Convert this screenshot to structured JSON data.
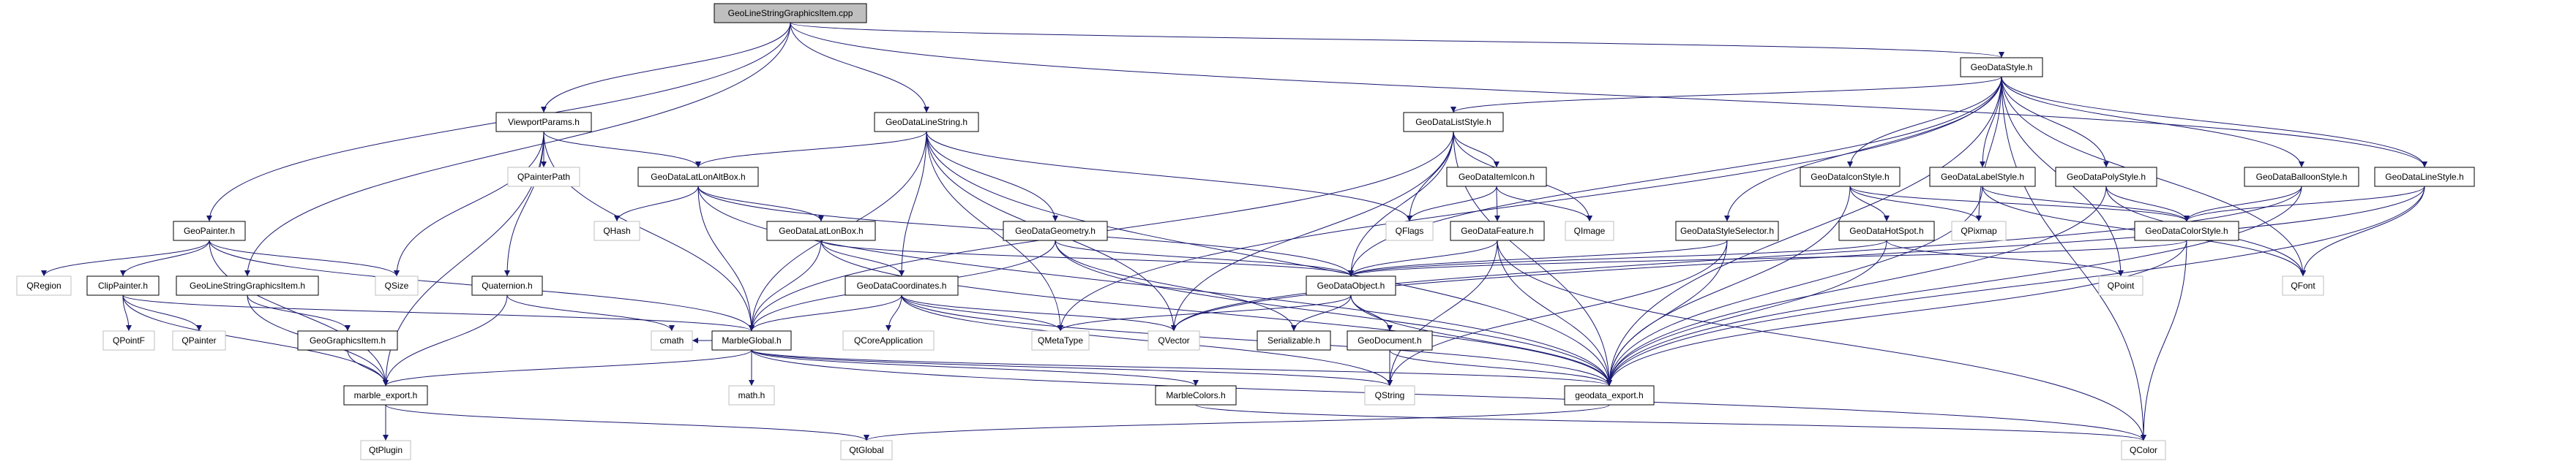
{
  "diagram": {
    "type": "include-dependency-graph",
    "root": "GeoLineStringGraphicsItem.cpp",
    "colors": {
      "edge": "#191970",
      "internal_border": "#000000",
      "external_border": "#bfbfbf",
      "root_fill": "#bfbfbf"
    },
    "nodes": [
      {
        "id": "root",
        "label": "GeoLineStringGraphicsItem.cpp",
        "kind": "root"
      },
      {
        "id": "ViewportParams",
        "label": "ViewportParams.h",
        "kind": "internal"
      },
      {
        "id": "GeoDataLineString",
        "label": "GeoDataLineString.h",
        "kind": "internal"
      },
      {
        "id": "GeoDataStyle",
        "label": "GeoDataStyle.h",
        "kind": "internal"
      },
      {
        "id": "GeoDataListStyle",
        "label": "GeoDataListStyle.h",
        "kind": "internal"
      },
      {
        "id": "GeoPainter",
        "label": "GeoPainter.h",
        "kind": "internal"
      },
      {
        "id": "QPainterPath",
        "label": "QPainterPath",
        "kind": "external"
      },
      {
        "id": "GeoDataLatLonAltBox",
        "label": "GeoDataLatLonAltBox.h",
        "kind": "internal"
      },
      {
        "id": "QHash",
        "label": "QHash",
        "kind": "external"
      },
      {
        "id": "GeoDataLatLonBox",
        "label": "GeoDataLatLonBox.h",
        "kind": "internal"
      },
      {
        "id": "GeoDataGeometry",
        "label": "GeoDataGeometry.h",
        "kind": "internal"
      },
      {
        "id": "GeoDataItemIcon",
        "label": "GeoDataItemIcon.h",
        "kind": "internal"
      },
      {
        "id": "QFlags",
        "label": "QFlags",
        "kind": "external"
      },
      {
        "id": "GeoDataFeature",
        "label": "GeoDataFeature.h",
        "kind": "internal"
      },
      {
        "id": "QImage",
        "label": "QImage",
        "kind": "external"
      },
      {
        "id": "GeoDataStyleSelector",
        "label": "GeoDataStyleSelector.h",
        "kind": "internal"
      },
      {
        "id": "GeoDataIconStyle",
        "label": "GeoDataIconStyle.h",
        "kind": "internal"
      },
      {
        "id": "GeoDataHotSpot",
        "label": "GeoDataHotSpot.h",
        "kind": "internal"
      },
      {
        "id": "QPixmap",
        "label": "QPixmap",
        "kind": "external"
      },
      {
        "id": "GeoDataLabelStyle",
        "label": "GeoDataLabelStyle.h",
        "kind": "internal"
      },
      {
        "id": "GeoDataPolyStyle",
        "label": "GeoDataPolyStyle.h",
        "kind": "internal"
      },
      {
        "id": "GeoDataColorStyle",
        "label": "GeoDataColorStyle.h",
        "kind": "internal"
      },
      {
        "id": "GeoDataBalloonStyle",
        "label": "GeoDataBalloonStyle.h",
        "kind": "internal"
      },
      {
        "id": "GeoDataLineStyle",
        "label": "GeoDataLineStyle.h",
        "kind": "internal"
      },
      {
        "id": "QRegion",
        "label": "QRegion",
        "kind": "external"
      },
      {
        "id": "ClipPainter",
        "label": "ClipPainter.h",
        "kind": "internal"
      },
      {
        "id": "GeoLineStringGraphicsItemH",
        "label": "GeoLineStringGraphicsItem.h",
        "kind": "internal"
      },
      {
        "id": "QSize",
        "label": "QSize",
        "kind": "external"
      },
      {
        "id": "Quaternion",
        "label": "Quaternion.h",
        "kind": "internal"
      },
      {
        "id": "GeoDataCoordinates",
        "label": "GeoDataCoordinates.h",
        "kind": "internal"
      },
      {
        "id": "GeoDataObject",
        "label": "GeoDataObject.h",
        "kind": "internal"
      },
      {
        "id": "QPoint",
        "label": "QPoint",
        "kind": "external"
      },
      {
        "id": "QFont",
        "label": "QFont",
        "kind": "external"
      },
      {
        "id": "QPointF",
        "label": "QPointF",
        "kind": "external"
      },
      {
        "id": "QPainter",
        "label": "QPainter",
        "kind": "external"
      },
      {
        "id": "GeoGraphicsItem",
        "label": "GeoGraphicsItem.h",
        "kind": "internal"
      },
      {
        "id": "cmath",
        "label": "cmath",
        "kind": "external"
      },
      {
        "id": "MarbleGlobal",
        "label": "MarbleGlobal.h",
        "kind": "internal"
      },
      {
        "id": "QCoreApplication",
        "label": "QCoreApplication",
        "kind": "external"
      },
      {
        "id": "QMetaType",
        "label": "QMetaType",
        "kind": "external"
      },
      {
        "id": "QVector",
        "label": "QVector",
        "kind": "external"
      },
      {
        "id": "Serializable",
        "label": "Serializable.h",
        "kind": "internal"
      },
      {
        "id": "GeoDocument",
        "label": "GeoDocument.h",
        "kind": "internal"
      },
      {
        "id": "marble_export",
        "label": "marble_export.h",
        "kind": "internal"
      },
      {
        "id": "mathh",
        "label": "math.h",
        "kind": "external"
      },
      {
        "id": "MarbleColors",
        "label": "MarbleColors.h",
        "kind": "internal"
      },
      {
        "id": "QString",
        "label": "QString",
        "kind": "external"
      },
      {
        "id": "geodata_export",
        "label": "geodata_export.h",
        "kind": "internal"
      },
      {
        "id": "QtPlugin",
        "label": "QtPlugin",
        "kind": "external"
      },
      {
        "id": "QtGlobal",
        "label": "QtGlobal",
        "kind": "external"
      },
      {
        "id": "QColor",
        "label": "QColor",
        "kind": "external"
      }
    ],
    "edges": [
      [
        "root",
        "ViewportParams"
      ],
      [
        "root",
        "GeoDataLineString"
      ],
      [
        "root",
        "GeoDataStyle"
      ],
      [
        "root",
        "GeoPainter"
      ],
      [
        "root",
        "GeoLineStringGraphicsItemH"
      ],
      [
        "root",
        "GeoDataLineStyle"
      ],
      [
        "ViewportParams",
        "QPainterPath"
      ],
      [
        "ViewportParams",
        "GeoDataLatLonAltBox"
      ],
      [
        "ViewportParams",
        "QSize"
      ],
      [
        "ViewportParams",
        "Quaternion"
      ],
      [
        "ViewportParams",
        "MarbleGlobal"
      ],
      [
        "ViewportParams",
        "marble_export"
      ],
      [
        "GeoDataLineString",
        "GeoDataLatLonAltBox"
      ],
      [
        "GeoDataLineString",
        "GeoDataGeometry"
      ],
      [
        "GeoDataLineString",
        "GeoDataCoordinates"
      ],
      [
        "GeoDataLineString",
        "QFlags"
      ],
      [
        "GeoDataLineString",
        "MarbleGlobal"
      ],
      [
        "GeoDataLineString",
        "QVector"
      ],
      [
        "GeoDataLineString",
        "QMetaType"
      ],
      [
        "GeoDataLineString",
        "geodata_export"
      ],
      [
        "GeoDataLatLonAltBox",
        "QHash"
      ],
      [
        "GeoDataLatLonAltBox",
        "GeoDataLatLonBox"
      ],
      [
        "GeoDataLatLonAltBox",
        "MarbleGlobal"
      ],
      [
        "GeoDataLatLonAltBox",
        "GeoDataObject"
      ],
      [
        "GeoDataLatLonAltBox",
        "geodata_export"
      ],
      [
        "GeoDataLatLonBox",
        "GeoDataCoordinates"
      ],
      [
        "GeoDataLatLonBox",
        "MarbleGlobal"
      ],
      [
        "GeoDataLatLonBox",
        "GeoDataObject"
      ],
      [
        "GeoDataLatLonBox",
        "geodata_export"
      ],
      [
        "GeoDataGeometry",
        "GeoDataObject"
      ],
      [
        "GeoDataGeometry",
        "MarbleGlobal"
      ],
      [
        "GeoDataGeometry",
        "Serializable"
      ],
      [
        "GeoDataGeometry",
        "geodata_export"
      ],
      [
        "GeoDataStyle",
        "GeoDataListStyle"
      ],
      [
        "GeoDataStyle",
        "GeoDataStyleSelector"
      ],
      [
        "GeoDataStyle",
        "GeoDataIconStyle"
      ],
      [
        "GeoDataStyle",
        "QPixmap"
      ],
      [
        "GeoDataStyle",
        "GeoDataLabelStyle"
      ],
      [
        "GeoDataStyle",
        "GeoDataPolyStyle"
      ],
      [
        "GeoDataStyle",
        "GeoDataBalloonStyle"
      ],
      [
        "GeoDataStyle",
        "GeoDataLineStyle"
      ],
      [
        "GeoDataStyle",
        "QFont"
      ],
      [
        "GeoDataStyle",
        "QColor"
      ],
      [
        "GeoDataStyle",
        "QPoint"
      ],
      [
        "GeoDataStyle",
        "QMetaType"
      ],
      [
        "GeoDataStyle",
        "GeoDataObject"
      ],
      [
        "GeoDataStyle",
        "geodata_export"
      ],
      [
        "GeoDataListStyle",
        "GeoDataItemIcon"
      ],
      [
        "GeoDataListStyle",
        "QFlags"
      ],
      [
        "GeoDataListStyle",
        "QImage"
      ],
      [
        "GeoDataListStyle",
        "GeoDataObject"
      ],
      [
        "GeoDataListStyle",
        "MarbleGlobal"
      ],
      [
        "GeoDataListStyle",
        "QVector"
      ],
      [
        "GeoDataListStyle",
        "geodata_export"
      ],
      [
        "GeoDataItemIcon",
        "QFlags"
      ],
      [
        "GeoDataItemIcon",
        "GeoDataFeature"
      ],
      [
        "GeoDataItemIcon",
        "QImage"
      ],
      [
        "GeoDataFeature",
        "GeoDataObject"
      ],
      [
        "GeoDataFeature",
        "QString"
      ],
      [
        "GeoDataFeature",
        "geodata_export"
      ],
      [
        "GeoDataFeature",
        "QColor"
      ],
      [
        "GeoDataStyleSelector",
        "GeoDataObject"
      ],
      [
        "GeoDataStyleSelector",
        "geodata_export"
      ],
      [
        "GeoDataStyleSelector",
        "QString"
      ],
      [
        "GeoDataIconStyle",
        "GeoDataColorStyle"
      ],
      [
        "GeoDataIconStyle",
        "GeoDataHotSpot"
      ],
      [
        "GeoDataIconStyle",
        "QPixmap"
      ],
      [
        "GeoDataIconStyle",
        "geodata_export"
      ],
      [
        "GeoDataHotSpot",
        "GeoDataObject"
      ],
      [
        "GeoDataHotSpot",
        "QPoint"
      ],
      [
        "GeoDataHotSpot",
        "geodata_export"
      ],
      [
        "GeoDataLabelStyle",
        "GeoDataColorStyle"
      ],
      [
        "GeoDataLabelStyle",
        "QFont"
      ],
      [
        "GeoDataLabelStyle",
        "geodata_export"
      ],
      [
        "GeoDataPolyStyle",
        "GeoDataColorStyle"
      ],
      [
        "GeoDataPolyStyle",
        "QFont"
      ],
      [
        "GeoDataPolyStyle",
        "geodata_export"
      ],
      [
        "GeoDataBalloonStyle",
        "GeoDataColorStyle"
      ],
      [
        "GeoDataBalloonStyle",
        "QVector"
      ],
      [
        "GeoDataBalloonStyle",
        "geodata_export"
      ],
      [
        "GeoDataLineStyle",
        "GeoDataColorStyle"
      ],
      [
        "GeoDataLineStyle",
        "QFont"
      ],
      [
        "GeoDataLineStyle",
        "QVector"
      ],
      [
        "GeoDataLineStyle",
        "geodata_export"
      ],
      [
        "GeoDataColorStyle",
        "GeoDataObject"
      ],
      [
        "GeoDataColorStyle",
        "QColor"
      ],
      [
        "GeoDataColorStyle",
        "geodata_export"
      ],
      [
        "GeoPainter",
        "QRegion"
      ],
      [
        "GeoPainter",
        "ClipPainter"
      ],
      [
        "GeoPainter",
        "QSize"
      ],
      [
        "GeoPainter",
        "MarbleGlobal"
      ],
      [
        "GeoPainter",
        "marble_export"
      ],
      [
        "ClipPainter",
        "QPointF"
      ],
      [
        "ClipPainter",
        "QPainter"
      ],
      [
        "ClipPainter",
        "MarbleGlobal"
      ],
      [
        "ClipPainter",
        "marble_export"
      ],
      [
        "GeoLineStringGraphicsItemH",
        "GeoGraphicsItem"
      ],
      [
        "GeoLineStringGraphicsItemH",
        "marble_export"
      ],
      [
        "GeoGraphicsItem",
        "marble_export"
      ],
      [
        "Quaternion",
        "cmath"
      ],
      [
        "Quaternion",
        "marble_export"
      ],
      [
        "GeoDataCoordinates",
        "QCoreApplication"
      ],
      [
        "GeoDataCoordinates",
        "QMetaType"
      ],
      [
        "GeoDataCoordinates",
        "QVector"
      ],
      [
        "GeoDataCoordinates",
        "MarbleGlobal"
      ],
      [
        "GeoDataCoordinates",
        "QString"
      ],
      [
        "GeoDataCoordinates",
        "geodata_export"
      ],
      [
        "GeoDataObject",
        "Serializable"
      ],
      [
        "GeoDataObject",
        "GeoDocument"
      ],
      [
        "GeoDataObject",
        "QMetaType"
      ],
      [
        "GeoDataObject",
        "geodata_export"
      ],
      [
        "GeoDocument",
        "QString"
      ],
      [
        "GeoDocument",
        "geodata_export"
      ],
      [
        "MarbleGlobal",
        "cmath"
      ],
      [
        "MarbleGlobal",
        "mathh"
      ],
      [
        "MarbleGlobal",
        "marble_export"
      ],
      [
        "MarbleGlobal",
        "MarbleColors"
      ],
      [
        "MarbleGlobal",
        "QString"
      ],
      [
        "MarbleGlobal",
        "geodata_export"
      ],
      [
        "MarbleGlobal",
        "QColor"
      ],
      [
        "MarbleColors",
        "QColor"
      ],
      [
        "marble_export",
        "QtPlugin"
      ],
      [
        "marble_export",
        "QtGlobal"
      ],
      [
        "geodata_export",
        "QtGlobal"
      ]
    ]
  }
}
